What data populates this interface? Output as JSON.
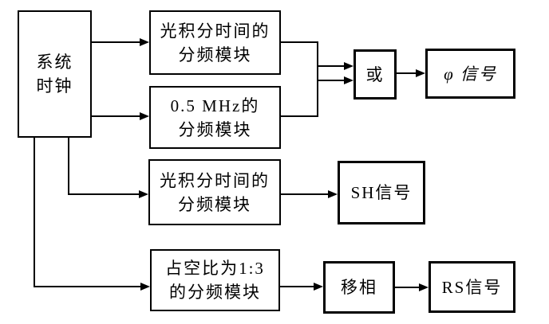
{
  "diagram": {
    "title": "clock-signal frequency-division block diagram",
    "background_color": "#ffffff",
    "line_color": "#000000",
    "nodes": {
      "system_clock": {
        "label": "系统\n时钟"
      },
      "light_integration_divider_1": {
        "label": "光积分时间的\n分频模块"
      },
      "half_mhz_divider": {
        "label": "0.5 MHz的\n分频模块"
      },
      "or_gate": {
        "label": "或"
      },
      "phi_signal": {
        "label": "φ 信号"
      },
      "light_integration_divider_2": {
        "label": "光积分时间的\n分频模块"
      },
      "sh_signal": {
        "label": "SH信号"
      },
      "duty_cycle_divider": {
        "label": "占空比为1:3\n的分频模块"
      },
      "phase_shifter": {
        "label": "移相"
      },
      "rs_signal": {
        "label": "RS信号"
      }
    },
    "edges": [
      "system_clock -> light_integration_divider_1",
      "system_clock -> half_mhz_divider",
      "light_integration_divider_1 -> or_gate",
      "half_mhz_divider -> or_gate",
      "or_gate -> phi_signal",
      "system_clock -> light_integration_divider_2",
      "light_integration_divider_2 -> sh_signal",
      "system_clock -> duty_cycle_divider",
      "duty_cycle_divider -> phase_shifter",
      "phase_shifter -> rs_signal"
    ]
  }
}
